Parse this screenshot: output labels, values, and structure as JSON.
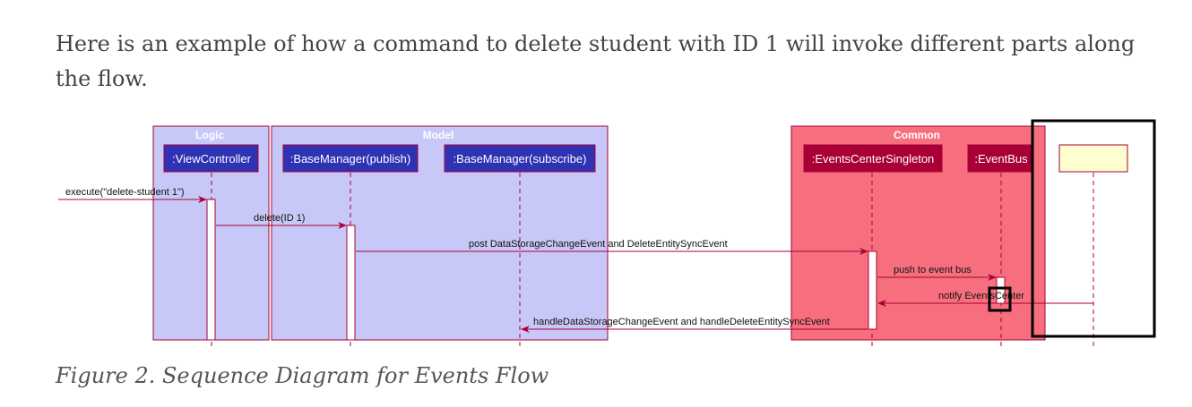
{
  "intro_text": "Here is an example of how a command to delete student with ID 1 will invoke different parts along the flow.",
  "caption": "Figure 2. Sequence Diagram for Events Flow",
  "packages": {
    "logic": "Logic",
    "model": "Model",
    "common": "Common"
  },
  "participants": {
    "view_controller": ":ViewController",
    "base_manager_publish": ":BaseManager(publish)",
    "base_manager_subscribe": ":BaseManager(subscribe)",
    "events_center_singleton": ":EventsCenterSingleton",
    "event_bus": ":EventBus"
  },
  "messages": {
    "execute": "execute(\"delete-student 1\")",
    "delete": "delete(ID 1)",
    "post": "post DataStorageChangeEvent and DeleteEntitySyncEvent",
    "push": "push to event bus",
    "notify": "notify EventsCenter",
    "handle": "handleDataStorageChangeEvent and handleDeleteEntitySyncEvent"
  },
  "colors": {
    "logic_model_bg": "#c8c8f8",
    "common_bg": "#f76f7f",
    "pkg_border": "#a80036",
    "participant_blue": "#2f32b3",
    "participant_red": "#a80036",
    "participant_hidden": "#fefece",
    "arrow": "#a80036",
    "highlight_box": "#000000"
  }
}
